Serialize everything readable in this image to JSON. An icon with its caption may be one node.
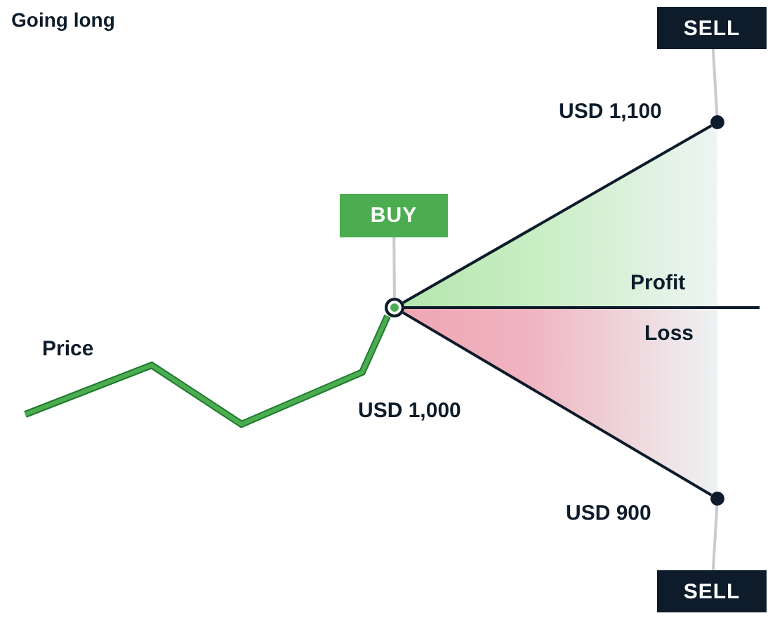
{
  "diagram": {
    "title": "Going long",
    "nodes": [
      {
        "text": [
          "BUY"
        ]
      },
      {
        "text": [
          "SELL"
        ]
      },
      {
        "text": [
          "SELL"
        ]
      },
      {
        "text": [],
        "shape": "circle"
      },
      {
        "text": [],
        "shape": "circle"
      },
      {
        "text": [],
        "shape": "circle"
      }
    ],
    "edges": [
      {
        "from": 0,
        "to": 3,
        "arrow": "none",
        "color": "#c7ccd1"
      },
      {
        "from": 1,
        "to": 4,
        "arrow": "none",
        "color": "#c7ccd1"
      },
      {
        "from": 2,
        "to": 5,
        "arrow": "none",
        "color": "#c7ccd1"
      },
      {
        "from": 3,
        "to": 4,
        "arrow": "none",
        "color": "#0d1b2a"
      },
      {
        "from": 3,
        "to": 5,
        "arrow": "none",
        "color": "#0d1b2a"
      },
      {
        "from": 3,
        "to": null,
        "arrow": "none",
        "color": "#0d1b2a"
      }
    ],
    "labels": [
      "USD 1,100",
      "Profit",
      "Loss",
      "Price",
      "USD 1,000",
      "USD 900"
    ]
  }
}
